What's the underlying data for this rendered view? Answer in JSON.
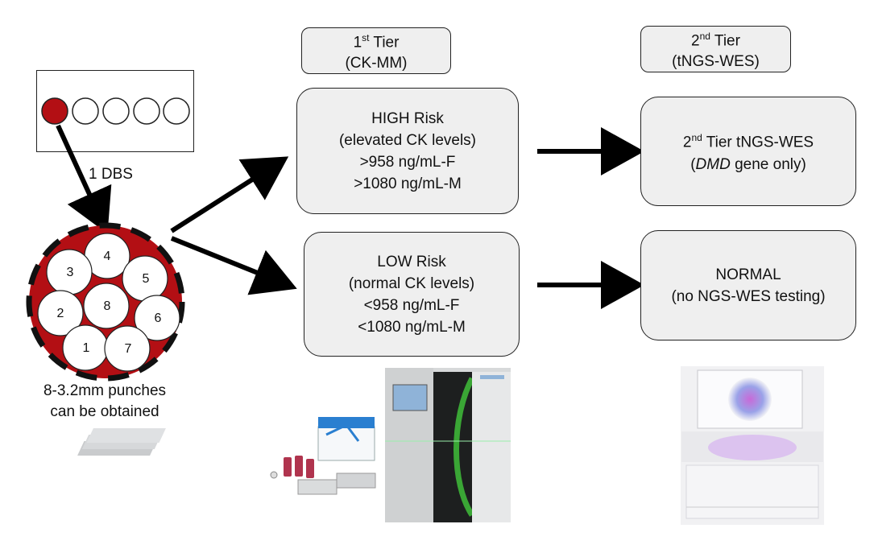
{
  "tiers": {
    "first": {
      "name": "1",
      "sup": "st",
      "rest": " Tier",
      "sub": "(CK-MM)"
    },
    "second": {
      "name": "2",
      "sup": "nd",
      "rest": " Tier",
      "sub": "(tNGS-WES)"
    }
  },
  "dbs_label": "1 DBS",
  "punch_caption": {
    "line1": "8-3.2mm punches",
    "line2": "can be obtained"
  },
  "punch_numbers": [
    "1",
    "2",
    "3",
    "4",
    "5",
    "6",
    "7",
    "8"
  ],
  "high_risk": {
    "title": "HIGH Risk",
    "line2": "(elevated CK levels)",
    "line3": ">958 ng/mL-F",
    "line4": ">1080 ng/mL-M"
  },
  "low_risk": {
    "title": "LOW Risk",
    "line2": "(normal CK levels)",
    "line3": "<958 ng/mL-F",
    "line4": "<1080 ng/mL-M"
  },
  "second_tier_result": {
    "num": "2",
    "sup": "nd",
    "rest": " Tier tNGS-WES",
    "open": "(",
    "gene": "DMD",
    "close": " gene only)"
  },
  "normal_result": {
    "title": "NORMAL",
    "sub": "(no NGS-WES testing)"
  },
  "colors": {
    "red": "#b30f14",
    "box_fill": "#efefef",
    "accent_green": "#3aa635"
  }
}
